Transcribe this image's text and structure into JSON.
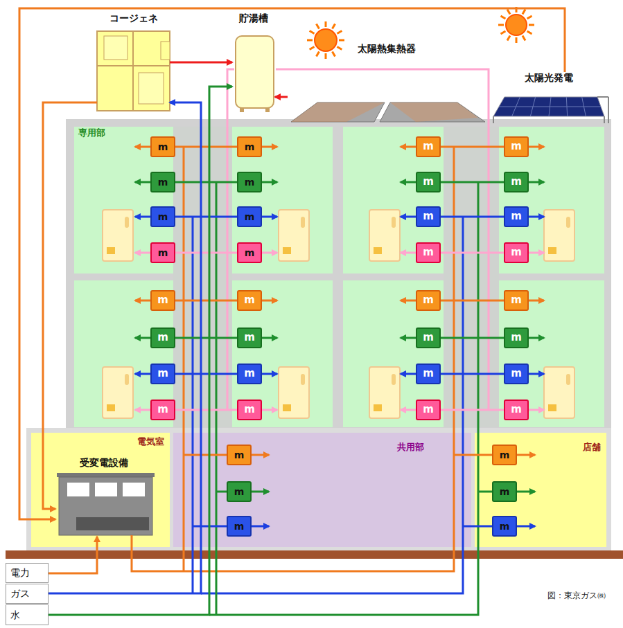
{
  "diagram": {
    "caption": "図：東京ガス㈱",
    "nodes": [
      {
        "text": [
          "コージェネ"
        ]
      },
      {
        "text": [
          "貯湯槽"
        ]
      },
      {
        "text": [
          "太陽熱集熱器"
        ]
      },
      {
        "text": [
          "太陽光発電"
        ]
      },
      {
        "text": [
          "専用部"
        ]
      },
      {
        "text": [
          "m"
        ],
        "in": 4
      },
      {
        "text": [
          "m"
        ],
        "in": 4
      },
      {
        "text": [
          "m"
        ]
      },
      {
        "text": [
          "m"
        ]
      },
      {
        "text": [
          "m"
        ],
        "in": 4
      },
      {
        "text": [
          "m"
        ],
        "in": 4
      },
      {
        "text": [
          "m"
        ]
      },
      {
        "text": [
          "m"
        ]
      },
      {
        "text": [
          "m"
        ],
        "in": 4
      },
      {
        "text": [
          "m"
        ],
        "in": 4
      },
      {
        "text": [
          "m"
        ]
      },
      {
        "text": [
          "m"
        ]
      },
      {
        "text": [
          "m"
        ],
        "in": 4
      },
      {
        "text": [
          "m"
        ],
        "in": 4
      },
      {
        "text": [
          "m"
        ]
      },
      {
        "text": [
          "m"
        ]
      },
      {
        "text": [
          "m"
        ]
      },
      {
        "text": [
          "m"
        ]
      },
      {
        "text": [
          "m"
        ]
      },
      {
        "text": [
          "m"
        ]
      },
      {
        "text": [
          "m"
        ]
      },
      {
        "text": [
          "m"
        ]
      },
      {
        "text": [
          "m"
        ]
      },
      {
        "text": [
          "m"
        ]
      },
      {
        "text": [
          "m"
        ]
      },
      {
        "text": [
          "m"
        ]
      },
      {
        "text": [
          "m"
        ]
      },
      {
        "text": [
          "m"
        ]
      },
      {
        "text": [
          "m"
        ]
      },
      {
        "text": [
          "m"
        ]
      },
      {
        "text": [
          "m"
        ]
      },
      {
        "text": [
          "m"
        ]
      },
      {
        "text": [
          "電気室"
        ]
      },
      {
        "text": [
          "受変電設備"
        ],
        "in": 37
      },
      {
        "text": [
          "共用部"
        ]
      },
      {
        "text": [
          "m"
        ],
        "in": 39
      },
      {
        "text": [
          "m"
        ],
        "in": 39
      },
      {
        "text": [
          "m"
        ],
        "in": 39
      },
      {
        "text": [
          "店舗"
        ]
      },
      {
        "text": [
          "m"
        ],
        "in": 43
      },
      {
        "text": [
          "m"
        ],
        "in": 43
      },
      {
        "text": [
          "m"
        ],
        "in": 43
      },
      {
        "text": [
          "電力"
        ]
      },
      {
        "text": [
          "ガス"
        ]
      },
      {
        "text": [
          "水"
        ]
      }
    ],
    "edges": [
      {
        "from": 0,
        "to": 1,
        "arrow": "to"
      },
      {
        "from": 2,
        "to": 1,
        "arrow": "to"
      },
      {
        "from": 0,
        "to": 38,
        "arrow": "to"
      },
      {
        "from": 3,
        "to": 38,
        "arrow": "to"
      },
      {
        "from": 47,
        "to": 38,
        "arrow": "to"
      },
      {
        "from": 48,
        "to": 0,
        "arrow": "to"
      },
      {
        "from": 49,
        "to": 1,
        "arrow": "to"
      }
    ]
  }
}
